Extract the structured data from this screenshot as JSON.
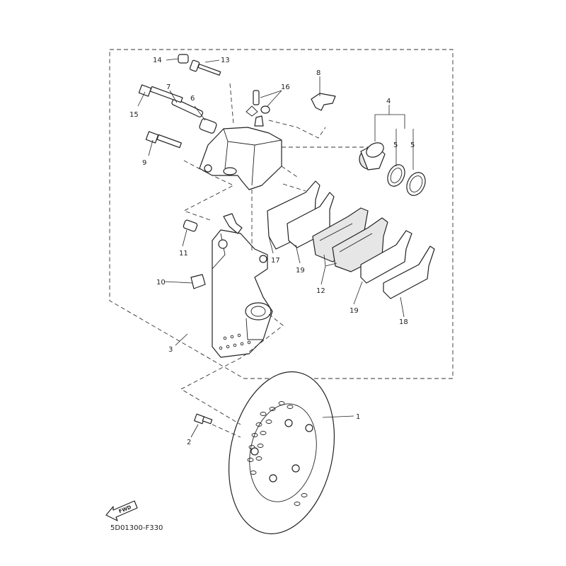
{
  "diagram": {
    "code": "5D01300-F330",
    "fwd_label": "FWD",
    "callouts": [
      "1",
      "2",
      "3",
      "4",
      "5",
      "5",
      "6",
      "7",
      "8",
      "9",
      "10",
      "11",
      "12",
      "13",
      "14",
      "15",
      "16",
      "17",
      "18",
      "19",
      "19"
    ]
  }
}
